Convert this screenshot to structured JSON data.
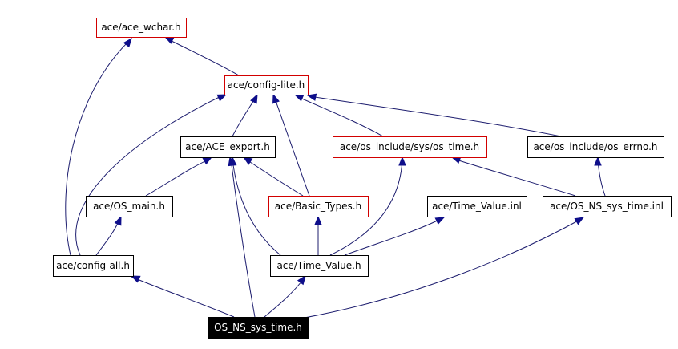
{
  "graph": {
    "nodes": [
      {
        "id": "ace_wchar",
        "label": "ace/ace_wchar.h",
        "style": "red"
      },
      {
        "id": "config_lite",
        "label": "ace/config-lite.h",
        "style": "red"
      },
      {
        "id": "ace_export",
        "label": "ace/ACE_export.h",
        "style": "plain"
      },
      {
        "id": "os_time",
        "label": "ace/os_include/sys/os_time.h",
        "style": "red"
      },
      {
        "id": "os_errno",
        "label": "ace/os_include/os_errno.h",
        "style": "plain"
      },
      {
        "id": "os_main",
        "label": "ace/OS_main.h",
        "style": "plain"
      },
      {
        "id": "basic_types",
        "label": "ace/Basic_Types.h",
        "style": "red"
      },
      {
        "id": "time_value_inl",
        "label": "ace/Time_Value.inl",
        "style": "plain"
      },
      {
        "id": "os_ns_sys_time_inl",
        "label": "ace/OS_NS_sys_time.inl",
        "style": "plain"
      },
      {
        "id": "config_all",
        "label": "ace/config-all.h",
        "style": "plain"
      },
      {
        "id": "time_value_h",
        "label": "ace/Time_Value.h",
        "style": "plain"
      },
      {
        "id": "root",
        "label": "OS_NS_sys_time.h",
        "style": "root"
      }
    ],
    "edges": [
      {
        "from": "root",
        "to": "config_all"
      },
      {
        "from": "root",
        "to": "ace_export"
      },
      {
        "from": "root",
        "to": "time_value_h"
      },
      {
        "from": "root",
        "to": "os_ns_sys_time_inl"
      },
      {
        "from": "config_all",
        "to": "config_lite"
      },
      {
        "from": "config_all",
        "to": "ace_wchar"
      },
      {
        "from": "config_all",
        "to": "os_main"
      },
      {
        "from": "config_lite",
        "to": "ace_wchar"
      },
      {
        "from": "ace_export",
        "to": "config_lite"
      },
      {
        "from": "os_main",
        "to": "ace_export"
      },
      {
        "from": "basic_types",
        "to": "config_lite"
      },
      {
        "from": "basic_types",
        "to": "ace_export"
      },
      {
        "from": "os_time",
        "to": "config_lite"
      },
      {
        "from": "os_errno",
        "to": "config_lite"
      },
      {
        "from": "time_value_h",
        "to": "ace_export"
      },
      {
        "from": "time_value_h",
        "to": "basic_types"
      },
      {
        "from": "time_value_h",
        "to": "os_time"
      },
      {
        "from": "time_value_h",
        "to": "time_value_inl"
      },
      {
        "from": "os_ns_sys_time_inl",
        "to": "os_time"
      },
      {
        "from": "os_ns_sys_time_inl",
        "to": "os_errno"
      }
    ]
  },
  "colors": {
    "edge": "#1c1c6e",
    "arrowhead": "#0e0e8a",
    "red_border": "#d20000",
    "root_fill": "#000000",
    "root_text": "#ffffff"
  }
}
